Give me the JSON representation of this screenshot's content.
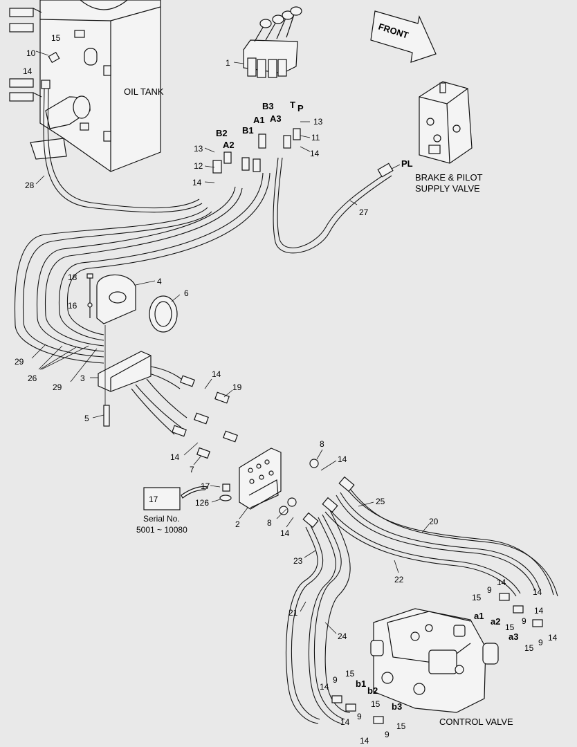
{
  "labels": {
    "oil_tank": "OIL TANK",
    "front": "FRONT",
    "brake_valve_line1": "BRAKE & PILOT",
    "brake_valve_line2": "SUPPLY VALVE",
    "control_valve": "CONTROL VALVE",
    "serial_line1": "Serial No.",
    "serial_line2": "5001 ~ 10080",
    "port_pl": "PL",
    "port_b2": "B2",
    "port_a2": "A2",
    "port_b1": "B1",
    "port_a1": "A1",
    "port_b3": "B3",
    "port_a3": "A3",
    "port_t": "T",
    "port_p": "P",
    "cv_a1": "a1",
    "cv_a2": "a2",
    "cv_a3": "a3",
    "cv_b1": "b1",
    "cv_b2": "b2",
    "cv_b3": "b3"
  },
  "callouts": {
    "c10": "10",
    "c15a": "15",
    "c14a": "14",
    "c1": "1",
    "c13a": "13",
    "c11": "11",
    "c14b": "14",
    "c13b": "13",
    "c12": "12",
    "c14c": "14",
    "c28": "28",
    "c27": "27",
    "c18": "18",
    "c4": "4",
    "c16": "16",
    "c6": "6",
    "c29a": "29",
    "c26": "26",
    "c29b": "29",
    "c3": "3",
    "c14d": "14",
    "c19": "19",
    "c5": "5",
    "c14e": "14",
    "c7": "7",
    "c8a": "8",
    "c14f": "14",
    "c17a": "17",
    "c17b": "17",
    "c126": "126",
    "c2": "2",
    "c8b": "8",
    "c14g": "14",
    "c25": "25",
    "c20": "20",
    "c23": "23",
    "c22": "22",
    "c14h": "14",
    "c9a": "9",
    "c15b": "15",
    "c14i": "14",
    "c15c": "15",
    "c9b": "9",
    "c14j": "14",
    "c15d": "15",
    "c9c": "9",
    "c14k": "14",
    "c21": "21",
    "c24": "24",
    "c9d": "9",
    "c15e": "15",
    "c14l": "14",
    "c15f": "15",
    "c14m": "14",
    "c9e": "9",
    "c14n": "14",
    "c9f": "9",
    "c15g": "15"
  }
}
